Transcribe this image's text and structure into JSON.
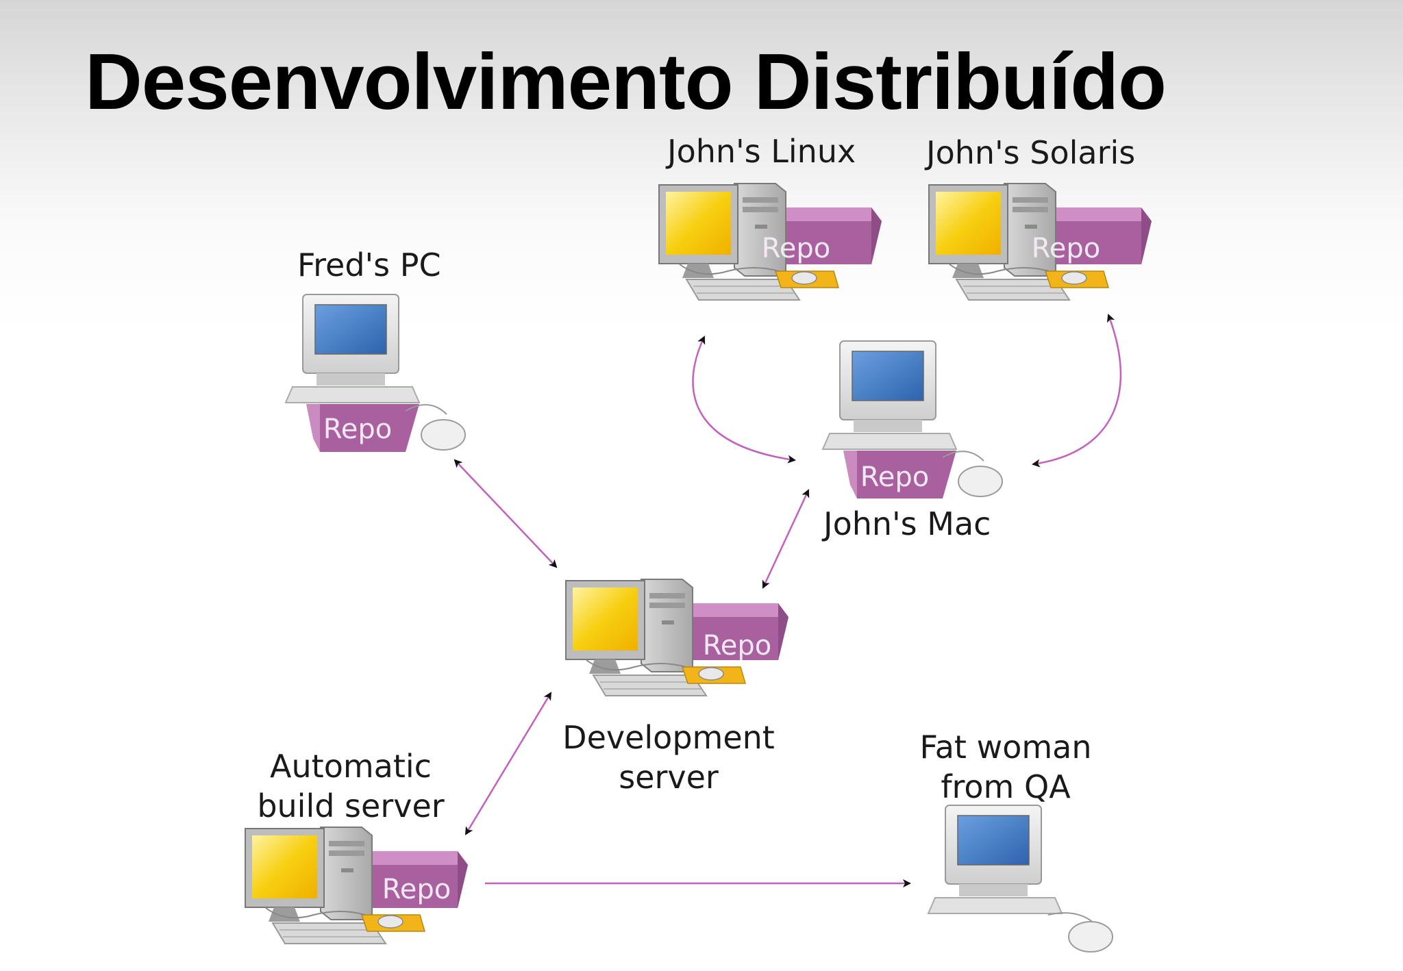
{
  "slide": {
    "title": "Desenvolvimento Distribuído"
  },
  "colors": {
    "repo_front": "#a9609f",
    "repo_top": "#cf8fc6",
    "arrow": "#c45fbf",
    "screen_yellow": "#f5c000",
    "screen_blue": "#3d78c4"
  },
  "nodes": {
    "freds_pc": {
      "label": "Fred's PC",
      "repo": "Repo"
    },
    "johns_linux": {
      "label": "John's Linux",
      "repo": "Repo"
    },
    "johns_solaris": {
      "label": "John's Solaris",
      "repo": "Repo"
    },
    "johns_mac": {
      "label": "John's Mac",
      "repo": "Repo"
    },
    "dev_server": {
      "label_line1": "Development",
      "label_line2": "server",
      "repo": "Repo"
    },
    "build_server": {
      "label_line1": "Automatic",
      "label_line2": "build server",
      "repo": "Repo"
    },
    "qa": {
      "label_line1": "Fat woman",
      "label_line2": "from QA"
    }
  }
}
